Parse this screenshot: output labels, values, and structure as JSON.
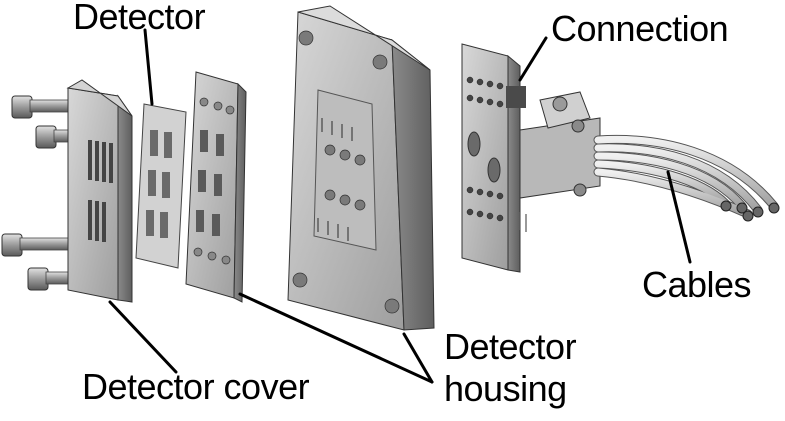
{
  "labels": {
    "detector": "Detector",
    "connection": "Connection",
    "cables": "Cables",
    "detector_housing_line1": "Detector",
    "detector_housing_line2": "housing",
    "detector_cover": "Detector cover"
  },
  "colors": {
    "metal_light": "#c9c9c9",
    "metal_mid": "#a8a8a8",
    "metal_dark": "#6e6e6e",
    "edge": "#3a3a3a",
    "leader_line": "#000000"
  }
}
